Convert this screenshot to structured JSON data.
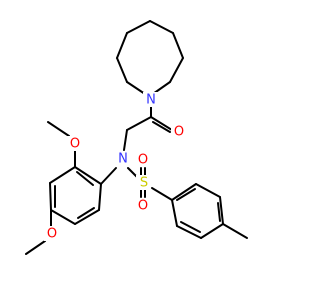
{
  "colors": {
    "bond": "#000000",
    "nitrogen": "#3333ff",
    "oxygen": "#ff0000",
    "sulfur": "#cccc00",
    "background": "#ffffff"
  },
  "atoms": {
    "n_azepane": "N",
    "o_carbonyl": "O",
    "n_sulfonamide": "N",
    "s_sulfonyl": "S",
    "o_sulfonyl_top": "O",
    "o_sulfonyl_bottom": "O",
    "o_methoxy_top": "O",
    "o_methoxy_bottom": "O"
  }
}
